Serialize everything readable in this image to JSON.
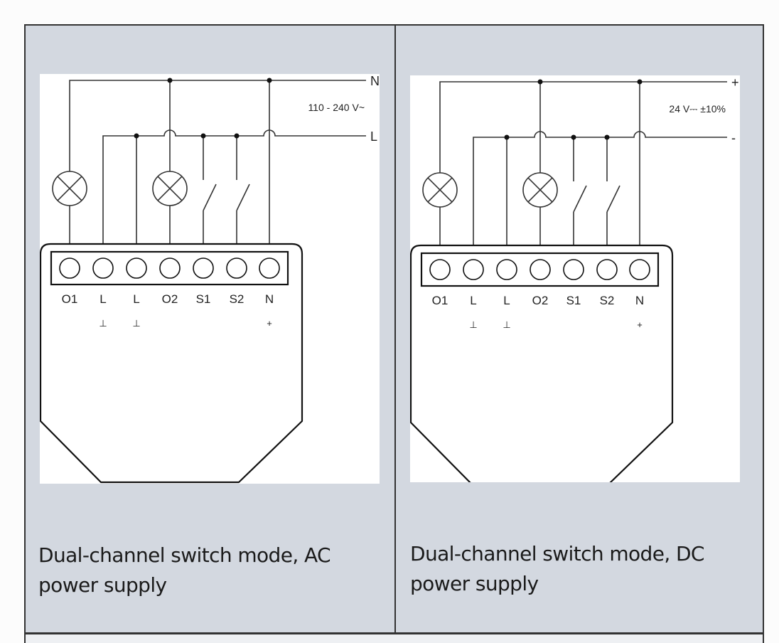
{
  "table": {
    "rows": [
      {
        "cells": [
          {
            "figure": {
              "title": "Dual-channel AC wiring diagram",
              "supply_top_label": "N",
              "supply_bottom_label": "L",
              "voltage_label": "110 - 240 V~",
              "terminals": [
                "O1",
                "L",
                "L",
                "O2",
                "S1",
                "S2",
                "N"
              ],
              "terminal_symbols": [
                "",
                "⊥",
                "⊥",
                "",
                "",
                "",
                "+"
              ]
            },
            "caption": "Dual-channel switch mode, AC power supply"
          },
          {
            "figure": {
              "title": "Dual-channel DC wiring diagram",
              "supply_top_label": "+",
              "supply_bottom_label": "-",
              "voltage_label": "24 V⎓ ±10%",
              "terminals": [
                "O1",
                "L",
                "L",
                "O2",
                "S1",
                "S2",
                "N"
              ],
              "terminal_symbols": [
                "",
                "⊥",
                "⊥",
                "",
                "",
                "",
                "+"
              ]
            },
            "caption": "Dual-channel switch mode, DC power supply"
          }
        ]
      }
    ]
  },
  "colors": {
    "cell_background": "#d3d8e0",
    "next_row_background": "#eef0f3",
    "border": "#333333",
    "figure_background": "#ffffff",
    "line": "#333333"
  }
}
